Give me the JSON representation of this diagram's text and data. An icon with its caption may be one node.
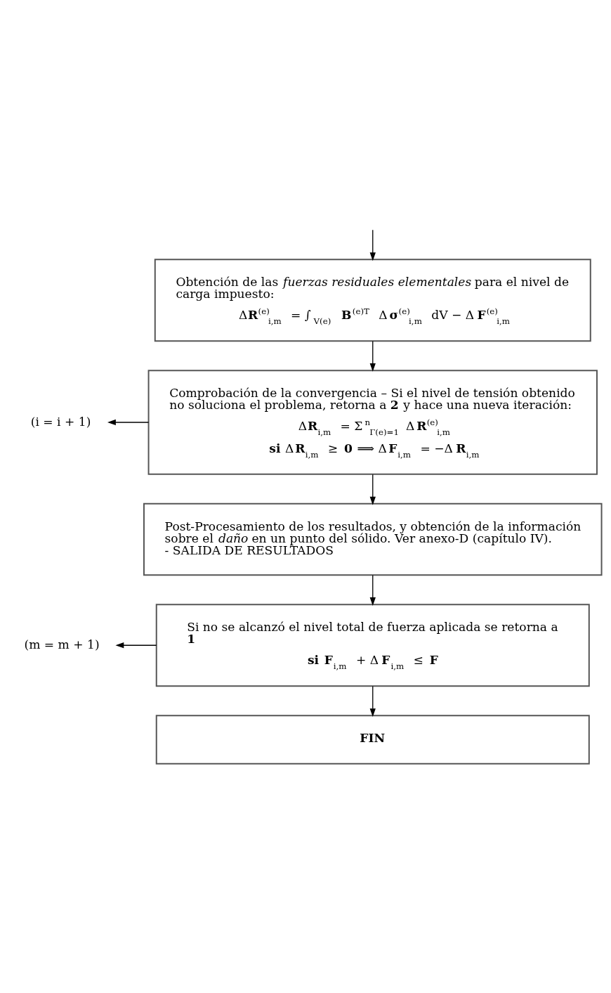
{
  "diagram": {
    "nodes": [
      {
        "text": [
          "Obtención de las *fuerzas residuales elementales* para el nivel de carga impuesto:",
          "Δ**R**$^{(e)}$$_{i,m}$ = ∫$_{V(e)}$ **B**$^{(e)T}$ Δ**σ**$^{(e)}$$_{i,m}$ dV − Δ**F**$^{(e)}$$_{i,m}$"
        ]
      },
      {
        "text": [
          "Comprobación de la convergencia – Si el nivel de tensión obtenido no soluciona el problema, retorna a **2** y hace una nueva iteración:",
          "Δ**R**$_{i,m}$ = Σ$^{n}$$_{Γ(e)=1}$ Δ**R**$^{(e)}$$_{i,m}$",
          "**si** Δ**R**$_{i,m}$ ≥ **0** ⟹ Δ**F**$_{i,m}$ = −Δ**R**$_{i,m}$"
        ]
      },
      {
        "text": [
          "Post-Procesamiento de los resultados, y obtención de la información sobre el *daño* en un punto del sólido. Ver anexo-D (capítulo IV). - SALIDA DE RESULTADOS"
        ]
      },
      {
        "text": [
          "Si no se alcanzó el nivel total de fuerza aplicada se retorna a **1**",
          "**si** **F**$_{i,m}$ + Δ**F**$_{i,m}$ ≤ **F**"
        ]
      },
      {
        "text": [
          "FIN"
        ]
      },
      {
        "text": [
          "(i = i + 1)"
        ]
      },
      {
        "text": [
          "(m = m + 1)"
        ]
      }
    ],
    "edges": [
      {
        "from": null,
        "to": 0,
        "arrow": "to"
      },
      {
        "from": 0,
        "to": 1,
        "arrow": "to"
      },
      {
        "from": 1,
        "to": 2,
        "arrow": "to"
      },
      {
        "from": 2,
        "to": 3,
        "arrow": "to"
      },
      {
        "from": 3,
        "to": 4,
        "arrow": "to"
      },
      {
        "from": 1,
        "to": 5,
        "arrow": "to"
      },
      {
        "from": 3,
        "to": 6,
        "arrow": "to"
      }
    ]
  }
}
